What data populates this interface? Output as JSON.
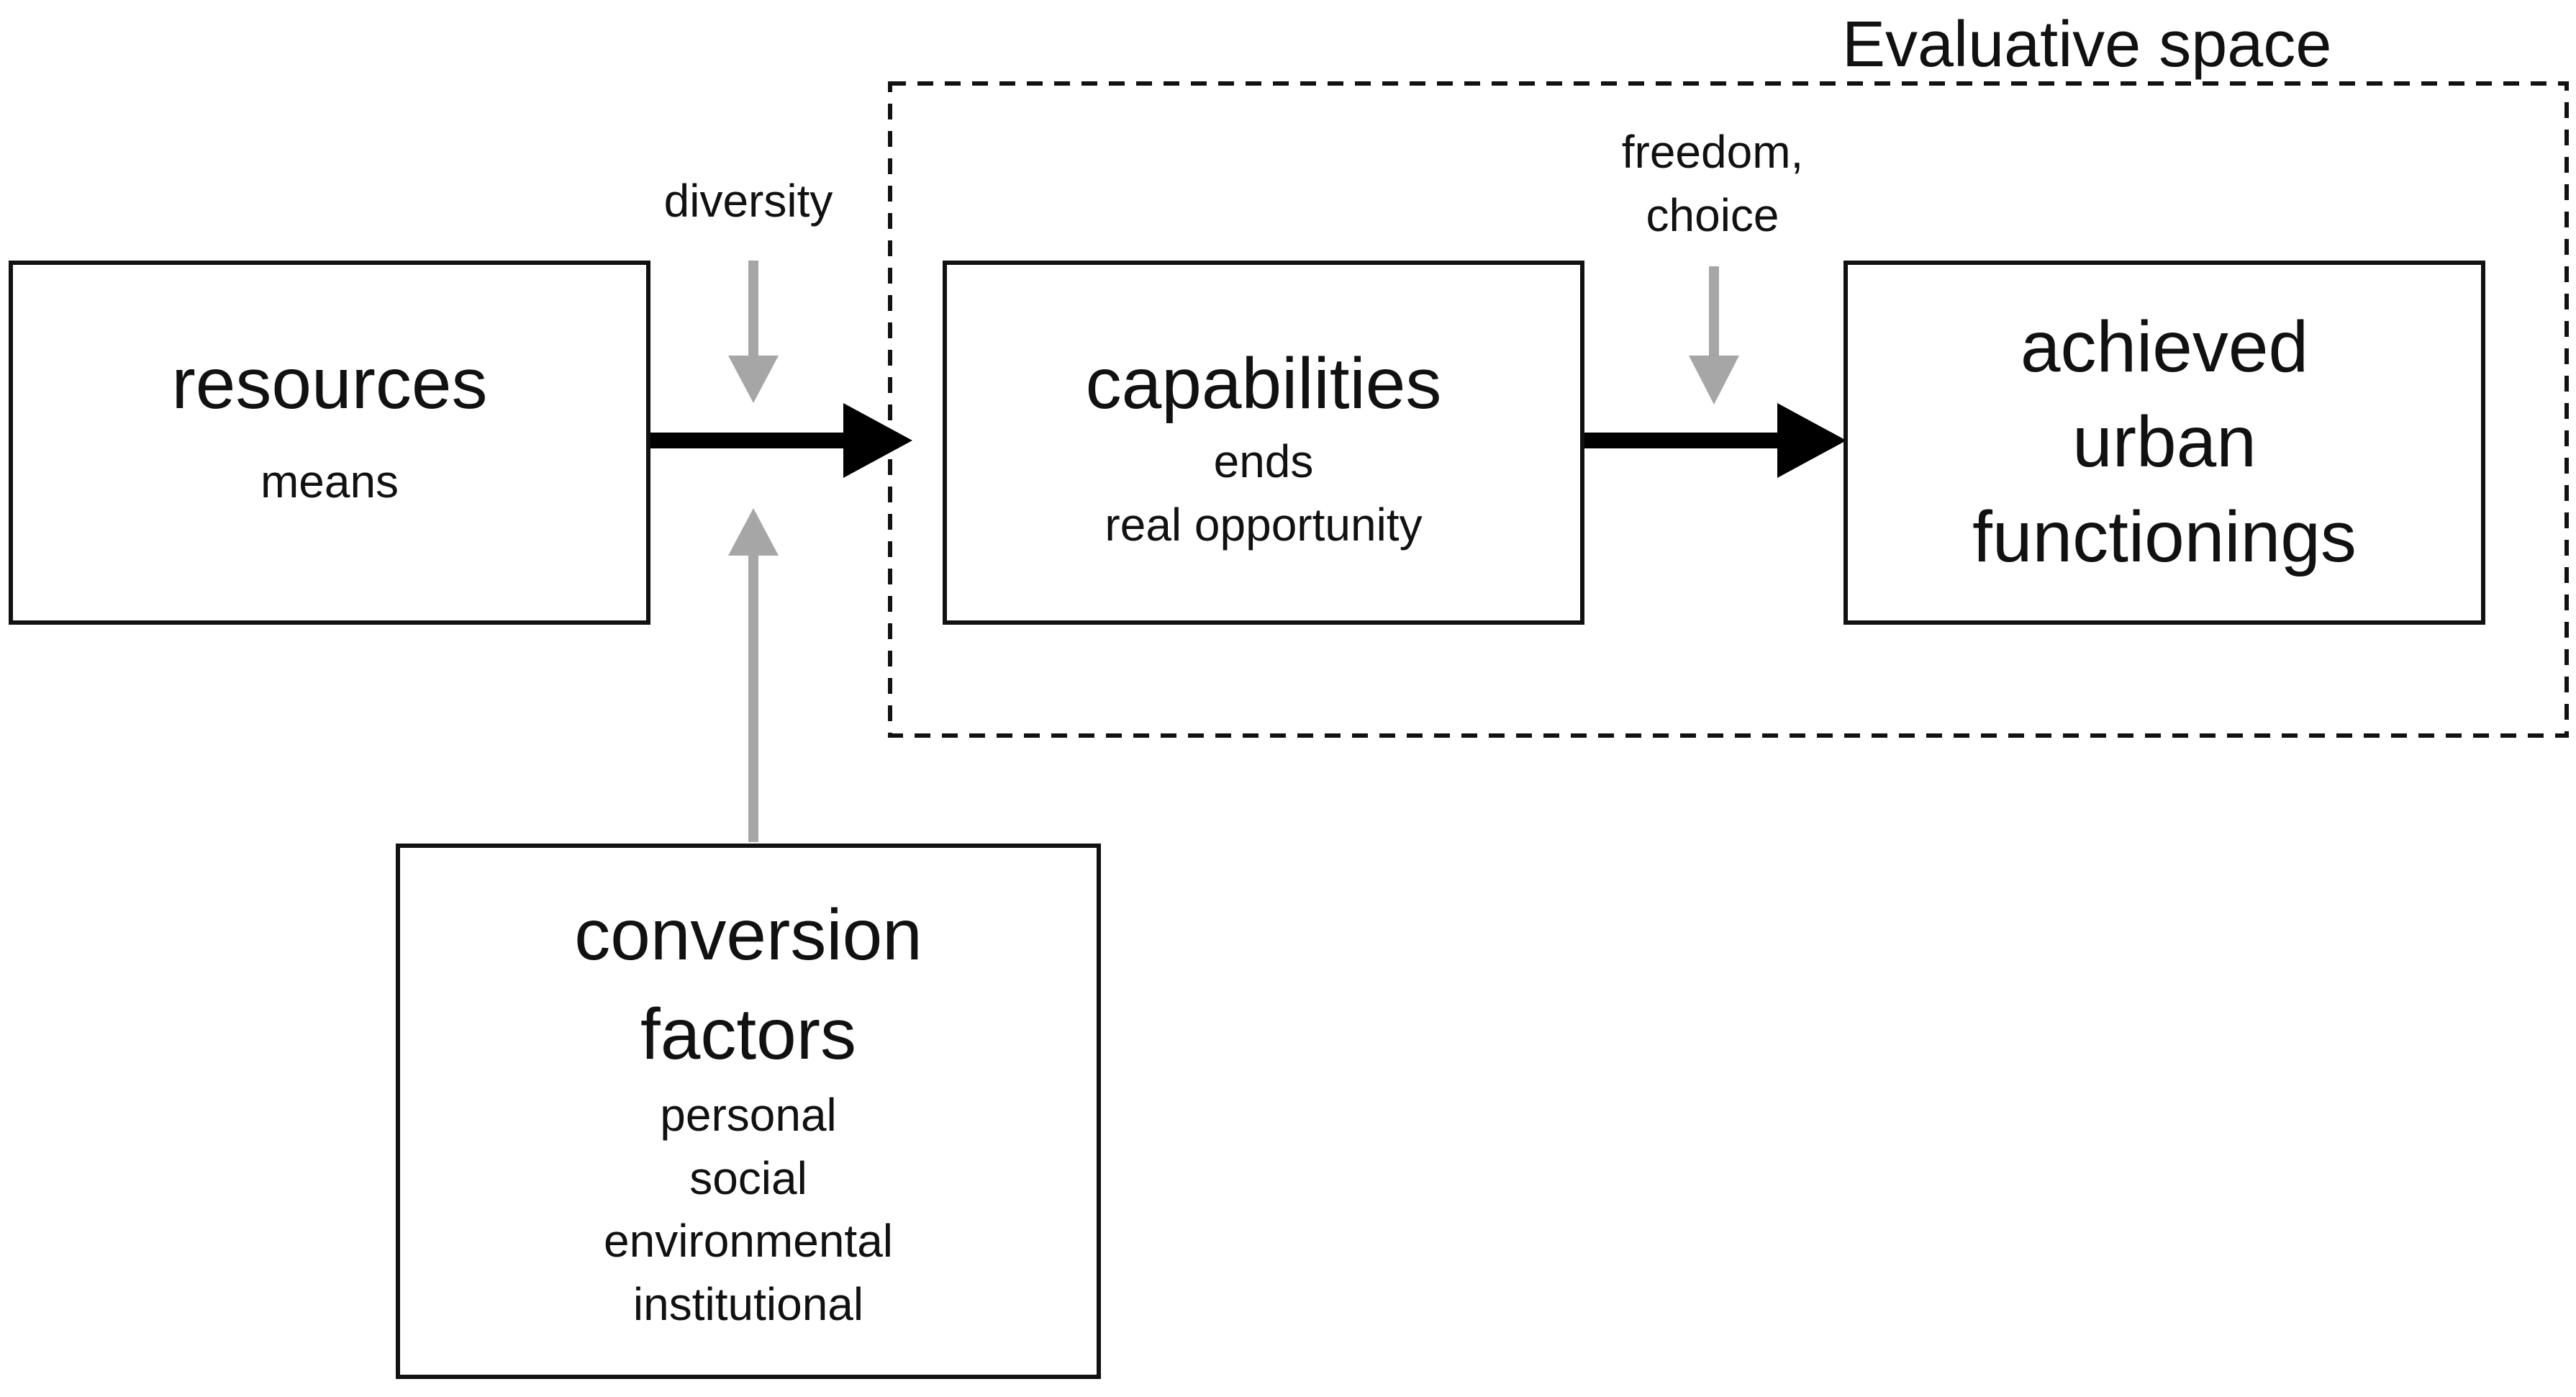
{
  "evaluative_space": {
    "title": "Evaluative space"
  },
  "nodes": {
    "resources": {
      "title": "resources",
      "subtitle": "means"
    },
    "capabilities": {
      "title": "capabilities",
      "subtitle_lines": [
        "ends",
        "real opportunity"
      ]
    },
    "functionings": {
      "title_lines": [
        "achieved",
        "urban",
        "functionings"
      ]
    },
    "conversion_factors": {
      "title_lines": [
        "conversion",
        "factors"
      ],
      "items": [
        "personal",
        "social",
        "environmental",
        "institutional"
      ]
    }
  },
  "influences": {
    "diversity": {
      "label": "diversity"
    },
    "freedom_choice": {
      "label_lines": [
        "freedom,",
        "choice"
      ]
    }
  },
  "colors": {
    "main_arrow": "#000000",
    "influence_arrow": "#a6a6a6",
    "box_border": "#111111",
    "evaluative_border": "#111111"
  },
  "edges": [
    {
      "from": "resources",
      "to": "capabilities",
      "style": "main"
    },
    {
      "from": "capabilities",
      "to": "functionings",
      "style": "main"
    },
    {
      "from": "diversity",
      "to": "resources-capabilities-edge",
      "style": "influence"
    },
    {
      "from": "conversion_factors",
      "to": "resources-capabilities-edge",
      "style": "influence"
    },
    {
      "from": "freedom_choice",
      "to": "capabilities-functionings-edge",
      "style": "influence"
    }
  ]
}
